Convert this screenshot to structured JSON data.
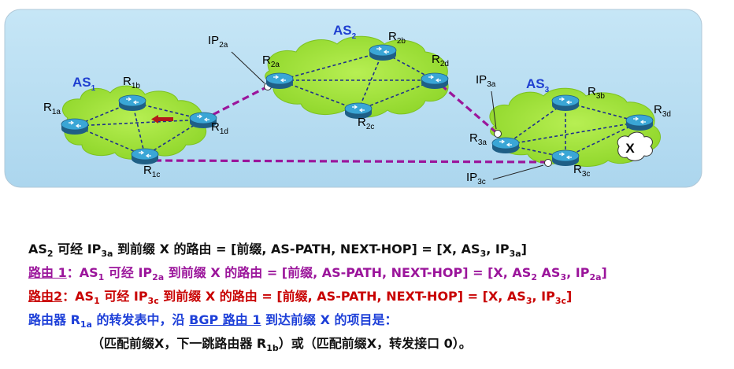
{
  "as_labels": {
    "as1": {
      "base": "AS",
      "sub": "1"
    },
    "as2": {
      "base": "AS",
      "sub": "2"
    },
    "as3": {
      "base": "AS",
      "sub": "3"
    }
  },
  "routers": {
    "r1a": {
      "base": "R",
      "sub": "1a"
    },
    "r1b": {
      "base": "R",
      "sub": "1b"
    },
    "r1c": {
      "base": "R",
      "sub": "1c"
    },
    "r1d": {
      "base": "R",
      "sub": "1d"
    },
    "r2a": {
      "base": "R",
      "sub": "2a"
    },
    "r2b": {
      "base": "R",
      "sub": "2b"
    },
    "r2c": {
      "base": "R",
      "sub": "2c"
    },
    "r2d": {
      "base": "R",
      "sub": "2d"
    },
    "r3a": {
      "base": "R",
      "sub": "3a"
    },
    "r3b": {
      "base": "R",
      "sub": "3b"
    },
    "r3c": {
      "base": "R",
      "sub": "3c"
    },
    "r3d": {
      "base": "R",
      "sub": "3d"
    }
  },
  "interfaces": {
    "ip2a": {
      "base": "IP",
      "sub": "2a"
    },
    "ip3a": {
      "base": "IP",
      "sub": "3a"
    },
    "ip3c": {
      "base": "IP",
      "sub": "3c"
    }
  },
  "prefix_label": "X",
  "colors": {
    "panel": "#b9def2",
    "cloud": "#a6e63a",
    "intra_link": "#1d2f8c",
    "inter_link": "#9b159b",
    "router": "#2a8fc0",
    "black_text": "#111111",
    "purple_text": "#9b159b",
    "red_text": "#c80000",
    "blue_text": "#1d3fd8"
  },
  "text": {
    "line1": {
      "p1": "AS",
      "s1": "2",
      "p2": " 可经 IP",
      "s2": "3a",
      "p3": " 到前缀 X 的路由 = [前缀, AS-PATH, NEXT-HOP] = [X, AS",
      "s3": "3",
      "p4": ", IP",
      "s4": "3a",
      "p5": "]"
    },
    "line2": {
      "u": "路由 1",
      "p1": "：AS",
      "s1": "1",
      "p2": " 可经 IP",
      "s2": "2a",
      "p3": " 到前缀 X 的路由 = [前缀, AS-PATH, NEXT-HOP] = [X, AS",
      "s3": "2",
      "p4": " AS",
      "s4": "3",
      "p5": ", IP",
      "s5": "2a",
      "p6": "]"
    },
    "line3": {
      "u": "路由2",
      "p1": "：AS",
      "s1": "1",
      "p2": " 可经 IP",
      "s2": "3c",
      "p3": " 到前缀 X 的路由 = [前缀, AS-PATH, NEXT-HOP] = [X, AS",
      "s3": "3",
      "p4": ", IP",
      "s4": "3c",
      "p5": "]"
    },
    "line4": {
      "p1": "路由器 R",
      "s1": "1a",
      "p2": " 的转发表中，沿 ",
      "u": "BGP 路由 1",
      "p3": " 到达前缀 X 的项目是："
    },
    "line5": {
      "p1": "（匹配前缀X，下一跳路由器 R",
      "s1": "1b",
      "p2": "）或（匹配前缀X，转发接口 0）。"
    }
  }
}
